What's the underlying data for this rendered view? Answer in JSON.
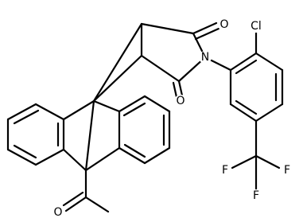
{
  "molecule": {
    "atom_labels": {
      "O_upper_carbonyl": "O",
      "O_lower_carbonyl": "O",
      "N_imide": "N",
      "Cl": "Cl",
      "F_left": "F",
      "F_right": "F",
      "F_bottom": "F",
      "O_acetyl": "O"
    }
  }
}
